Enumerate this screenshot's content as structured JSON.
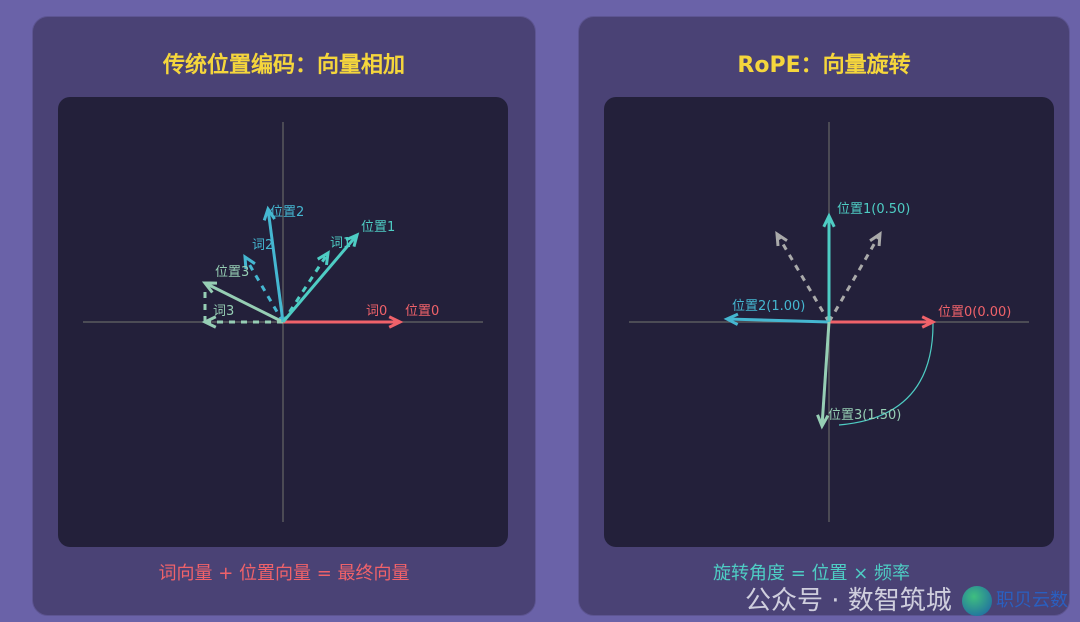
{
  "left": {
    "title": "传统位置编码：向量相加",
    "caption": "词向量 + 位置向量 = 最终向量",
    "caption_color": "#f0626a",
    "labels": {
      "w0": "词0",
      "p0": "位置0",
      "p1": "位置1",
      "w1": "词1",
      "p2": "位置2",
      "w2": "词2",
      "p3": "位置3",
      "w3": "词3"
    }
  },
  "right": {
    "title": "RoPE：向量旋转",
    "caption": "旋转角度 = 位置 × 频率",
    "caption_color": "#4ecdc4",
    "labels": {
      "p0": "位置0(0.00)",
      "p1": "位置1(0.50)",
      "p2": "位置2(1.00)",
      "p3": "位置3(1.50)"
    }
  },
  "colors": {
    "red": "#f0626a",
    "teal": "#4ecdc4",
    "blue": "#45b7d1",
    "green": "#96ceb4",
    "title": "#f5d63c"
  },
  "watermark": {
    "text": "公众号 · 数智筑城",
    "logo_text": "职贝云数"
  }
}
